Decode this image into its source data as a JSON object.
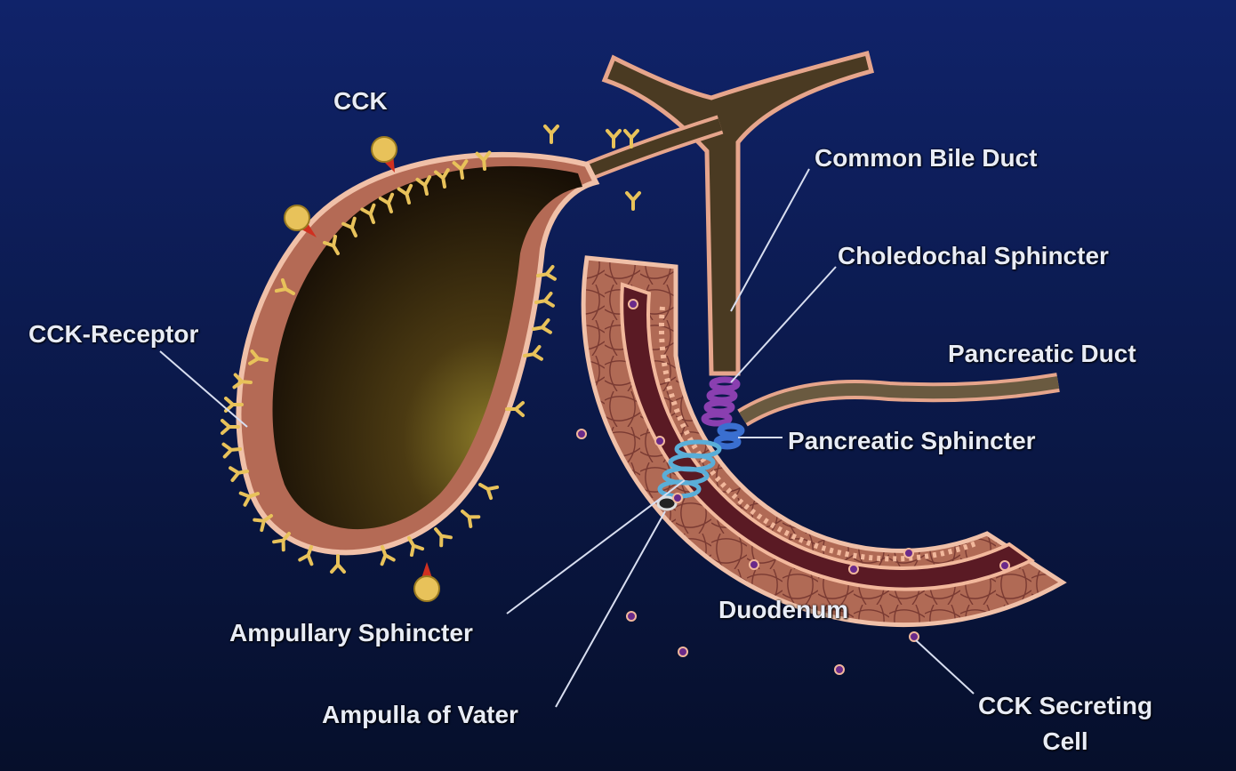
{
  "labels": {
    "cck": "CCK",
    "cck_receptor": "CCK-Receptor",
    "common_bile_duct": "Common Bile Duct",
    "choledochal_sphincter": "Choledochal Sphincter",
    "pancreatic_duct": "Pancreatic Duct",
    "pancreatic_sphincter": "Pancreatic Sphincter",
    "ampullary_sphincter": "Ampullary Sphincter",
    "ampulla_of_vater": "Ampulla of Vater",
    "duodenum": "Duodenum",
    "cck_secreting_cell_line1": "CCK Secreting",
    "cck_secreting_cell_line2": "Cell"
  },
  "colors": {
    "background_top": "#0d1d52",
    "background_bottom": "#06102e",
    "tissue": "#a8604f",
    "tissue_light": "#e2a78c",
    "lumen": "#5a1a24",
    "gallbladder": "#3a2a10",
    "duct": "#4a3a22",
    "receptor": "#e8c25a",
    "choledochal_sphincter": "#8a3fb0",
    "pancreatic_sphincter": "#3a6fd0",
    "ampullary_sphincter": "#5aaed8"
  }
}
